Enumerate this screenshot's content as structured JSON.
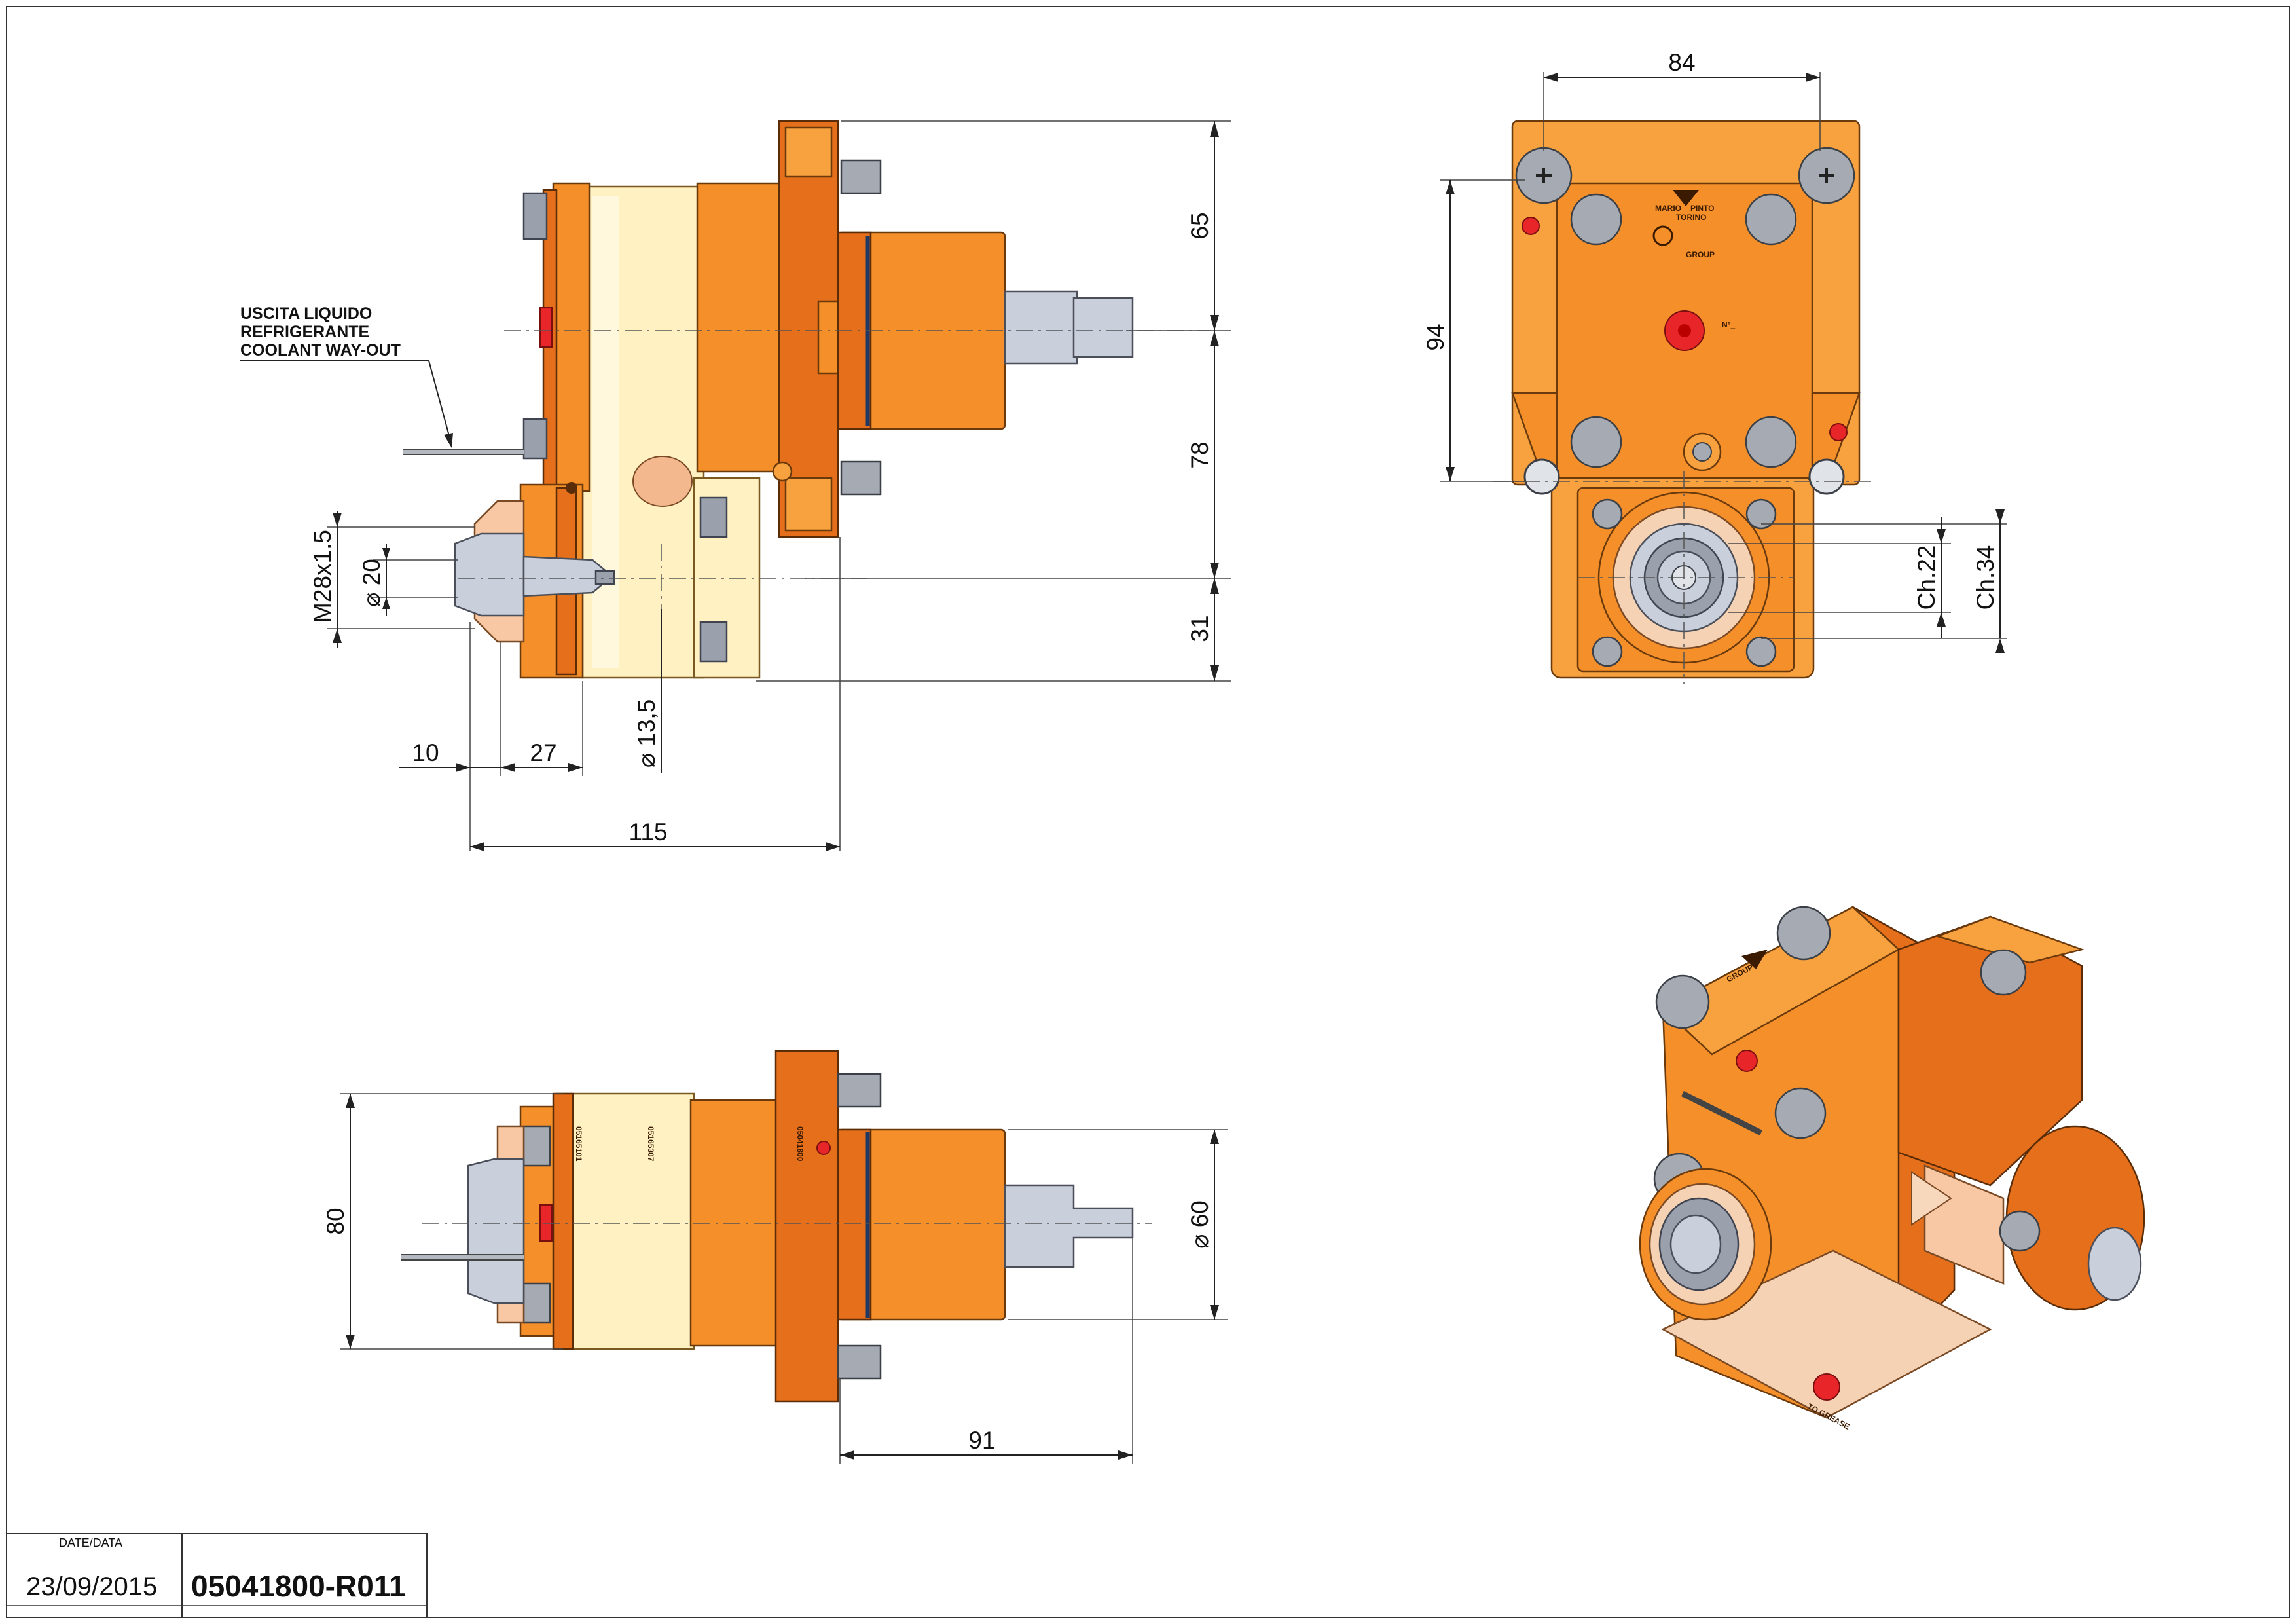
{
  "title_block": {
    "date_label": "DATE/DATA",
    "date": "23/09/2015",
    "drawing_number": "05041800-R011"
  },
  "coolant_note": {
    "line1": "USCITA LIQUIDO",
    "line2": "REFRIGERANTE",
    "line3": "COOLANT WAY-OUT"
  },
  "side_view_dims": {
    "d65": "65",
    "d78": "78",
    "d31": "31",
    "thread": "M28x1.5",
    "dia20": "⌀ 20",
    "dia13_5": "⌀ 13,5",
    "d10": "10",
    "d27": "27",
    "d115": "115"
  },
  "front_view_dims": {
    "d84": "84",
    "d94": "94",
    "ch22": "Ch.22",
    "ch34": "Ch.34",
    "serial_label": "N°_"
  },
  "bottom_view_dims": {
    "d80": "80",
    "dia60": "⌀ 60",
    "d91": "91"
  },
  "part_markings": {
    "marking_a": "05165101",
    "marking_b": "05165307",
    "marking_c": "05041800",
    "brand_line1": "MARIO",
    "brand_line2": "PINTO",
    "brand_line3": "TORINO",
    "group": "GROUP",
    "to_grease": "TO GREASE"
  },
  "colors": {
    "orange": "#f58f2a",
    "orange_light": "#f7a13f",
    "orange_dark": "#e56f1b",
    "cream": "#fff1c2",
    "steel": "#c9cfdb",
    "red_plug": "#e8262a",
    "seal_ring": "#1f3864"
  }
}
